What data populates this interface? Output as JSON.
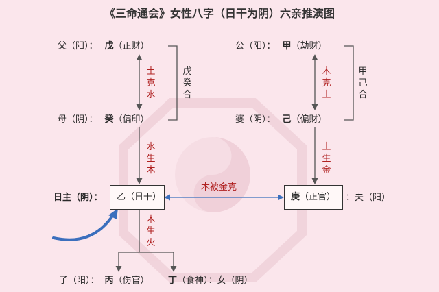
{
  "title": "《三命通会》女性八字（日干为阴）六亲推演图",
  "father": {
    "role": "父（阳）：",
    "stem": "戊",
    "relation": "（正财）"
  },
  "mother": {
    "role": "母（阴）：",
    "stem": "癸",
    "relation": "（偏印）"
  },
  "grandpa": {
    "role": "公（阳）：",
    "stem": "甲",
    "relation": "（劫财）"
  },
  "mother_in_law": {
    "role": "婆（阴）：",
    "stem": "己",
    "relation": "（偏财）"
  },
  "self": {
    "role": "日主（阴）：",
    "stem": "乙",
    "relation": "（日干）"
  },
  "husband": {
    "stem": "庚",
    "relation": "（正官）",
    "role": "：夫（阳）"
  },
  "son": {
    "role": "子（阳）：",
    "stem": "丙",
    "relation": "（伤官）"
  },
  "daughter": {
    "stem": "丁",
    "relation": "（食神）",
    "role": "：女（阴）"
  },
  "labels": {
    "earth_restrains_water": "土克水",
    "wu_gui_combine": "戊癸合",
    "wood_restrains_earth": "木克土",
    "jia_ji_combine": "甲己合",
    "water_generates_wood": "水生木",
    "earth_generates_metal": "土生金",
    "wood_generates_fire": "木生火",
    "wood_restrained_by_metal": "木被金克"
  },
  "colors": {
    "background": "#fbe6ec",
    "accent_red": "#b02222",
    "arrow_blue": "#3b6fbd",
    "line_gray": "#555555"
  }
}
